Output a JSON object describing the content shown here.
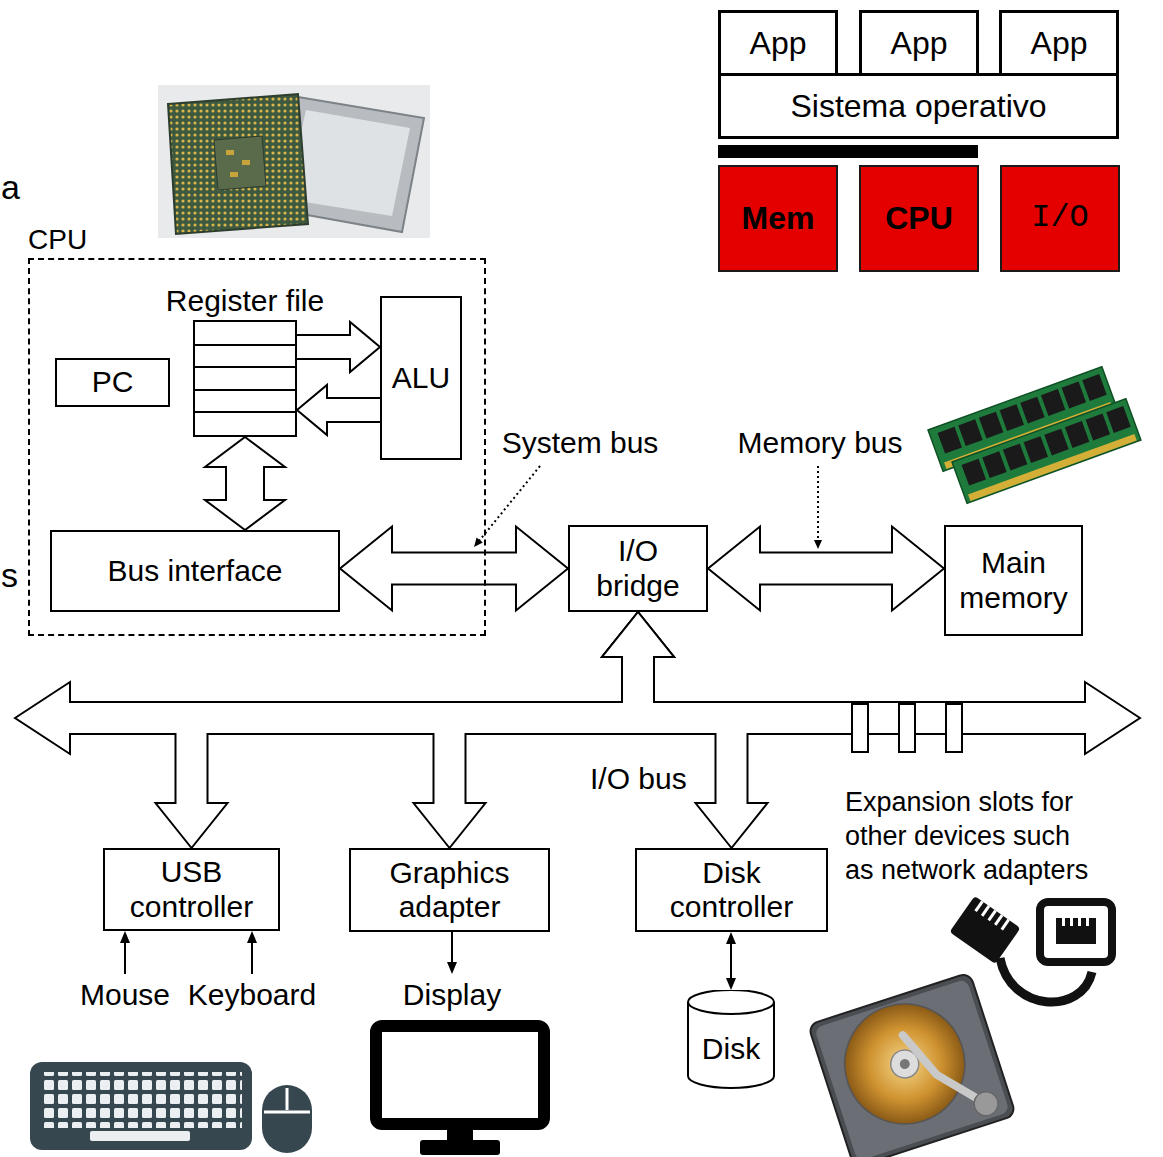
{
  "diagram": {
    "nodes": [
      {
        "text": [
          "App"
        ]
      },
      {
        "text": [
          "App"
        ]
      },
      {
        "text": [
          "App"
        ]
      },
      {
        "text": [
          "Sistema operativo"
        ]
      },
      {
        "text": [
          "Mem"
        ]
      },
      {
        "text": [
          "CPU"
        ]
      },
      {
        "text": [
          "I/O"
        ]
      },
      {
        "text": [
          "CPU"
        ]
      },
      {
        "text": [
          "Register file"
        ],
        "in": 7
      },
      {
        "text": [
          "PC"
        ],
        "in": 7
      },
      {
        "text": [
          "ALU"
        ],
        "in": 7
      },
      {
        "text": [
          "Bus interface"
        ],
        "in": 7
      },
      {
        "text": [
          "I/O bridge"
        ]
      },
      {
        "text": [
          "Main memory"
        ]
      },
      {
        "text": [
          "USB controller"
        ]
      },
      {
        "text": [
          "Graphics adapter"
        ]
      },
      {
        "text": [
          "Disk controller"
        ]
      },
      {
        "text": [
          "Mouse"
        ]
      },
      {
        "text": [
          "Keyboard"
        ]
      },
      {
        "text": [
          "Display"
        ]
      },
      {
        "text": [
          "Disk"
        ]
      }
    ],
    "edges": [
      {
        "from": 8,
        "to": 10,
        "arrow": "to"
      },
      {
        "from": 10,
        "to": 8,
        "arrow": "to"
      },
      {
        "from": 8,
        "to": 11,
        "arrow": "both"
      },
      {
        "from": 11,
        "to": 12,
        "arrow": "both"
      },
      {
        "from": 12,
        "to": 13,
        "arrow": "both"
      },
      {
        "from": 12,
        "to": 14,
        "arrow": "both"
      },
      {
        "from": 12,
        "to": 15,
        "arrow": "both"
      },
      {
        "from": 12,
        "to": 16,
        "arrow": "both"
      },
      {
        "from": 17,
        "to": 14,
        "arrow": "to"
      },
      {
        "from": 18,
        "to": 14,
        "arrow": "to"
      },
      {
        "from": 15,
        "to": 19,
        "arrow": "to"
      },
      {
        "from": 16,
        "to": 20,
        "arrow": "both"
      }
    ],
    "labels": [
      "a",
      "s",
      "System bus",
      "Memory bus",
      "I/O bus",
      "Expansion slots for other devices such as network adapters"
    ]
  }
}
